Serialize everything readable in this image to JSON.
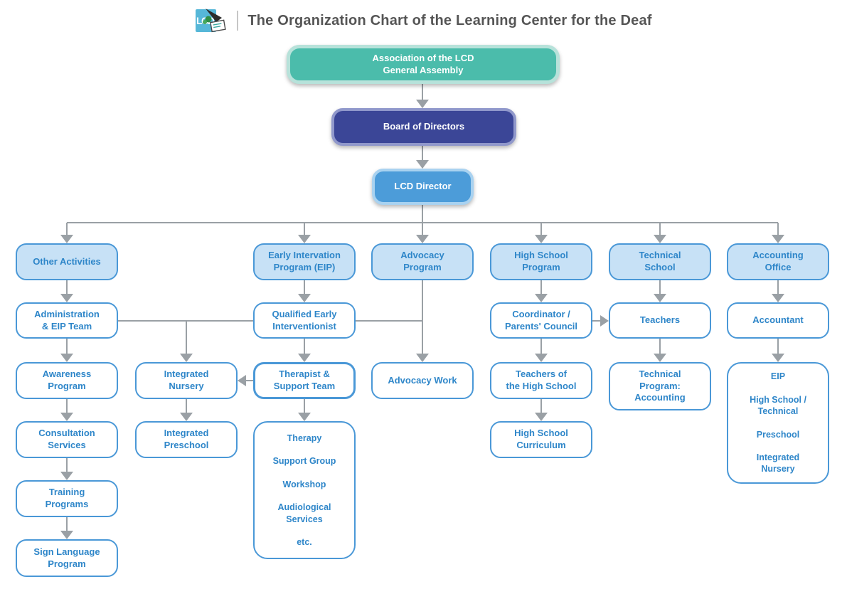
{
  "header": {
    "title": "The Organization Chart of the Learning Center for the Deaf",
    "logo_text": "LCD"
  },
  "colors": {
    "assembly_fill": "#4bbcab",
    "assembly_border": "#b7e2da",
    "board_fill": "#3b4697",
    "board_border": "#9098cb",
    "director_fill": "#4c9cd9",
    "director_border": "#a9d2f0",
    "branch_fill": "#c7e1f6",
    "node_border": "#4a98d7",
    "node_text": "#2e86c9",
    "connector": "#9aa0a5",
    "title_text": "#555555"
  },
  "nodes": {
    "assembly": {
      "label": "Association of the LCD\nGeneral Assembly"
    },
    "board": {
      "label": "Board of Directors"
    },
    "director": {
      "label": "LCD Director"
    },
    "other_activities": {
      "label": "Other Activities"
    },
    "eip": {
      "label": "Early Intervation\nProgram (EIP)"
    },
    "advocacy": {
      "label": "Advocacy\nProgram"
    },
    "high_school": {
      "label": "High School\nProgram"
    },
    "technical_school": {
      "label": "Technical\nSchool"
    },
    "accounting_office": {
      "label": "Accounting\nOffice"
    },
    "admin_eip": {
      "label": "Administration\n& EIP Team"
    },
    "qei": {
      "label": "Qualified Early\nInterventionist"
    },
    "coordinator": {
      "label": "Coordinator /\nParents' Council"
    },
    "teachers": {
      "label": "Teachers"
    },
    "accountant": {
      "label": "Accountant"
    },
    "awareness": {
      "label": "Awareness\nProgram"
    },
    "integrated_nursery": {
      "label": "Integrated\nNursery"
    },
    "therapist": {
      "label": "Therapist &\nSupport Team"
    },
    "advocacy_work": {
      "label": "Advocacy Work"
    },
    "hs_teachers": {
      "label": "Teachers of\nthe High School"
    },
    "tech_program": {
      "label": "Technical\nProgram:\nAccounting"
    },
    "accounting_list": {
      "label": "EIP\n\nHigh School /\nTechnical\n\nPreschool\n\nIntegrated\nNursery"
    },
    "consultation": {
      "label": "Consultation\nServices"
    },
    "integrated_preschool": {
      "label": "Integrated\nPreschool"
    },
    "therapy_list": {
      "label": "Therapy\n\nSupport Group\n\nWorkshop\n\nAudiological\nServices\n\netc."
    },
    "hs_curriculum": {
      "label": "High School\nCurriculum"
    },
    "training": {
      "label": "Training\nPrograms"
    },
    "sign_language": {
      "label": "Sign Language\nProgram"
    }
  }
}
